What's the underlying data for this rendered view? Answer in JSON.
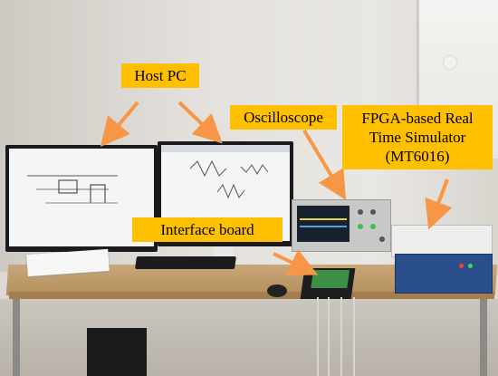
{
  "labels": {
    "host_pc": "Host PC",
    "oscilloscope": "Oscilloscope",
    "fpga_line1": "FPGA-based Real",
    "fpga_line2": "Time Simulator",
    "fpga_line3": "(MT6016)",
    "interface_board": "Interface board"
  },
  "colors": {
    "label_background": "#ffc000",
    "arrow": "#f79646"
  },
  "objects": [
    "left-monitor-icon",
    "right-monitor-icon",
    "keyboard-icon",
    "mouse-icon",
    "oscilloscope-icon",
    "simulator-icon",
    "interface-board-icon"
  ]
}
